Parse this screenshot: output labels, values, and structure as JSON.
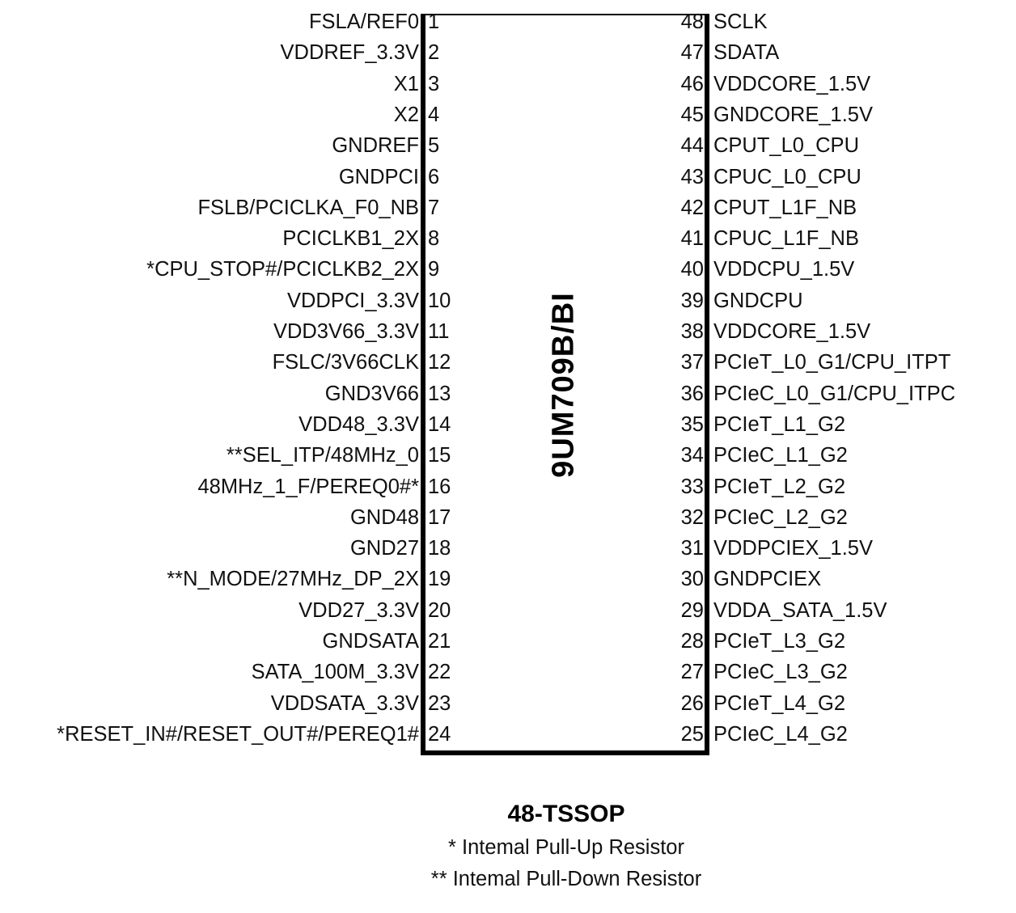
{
  "chip": {
    "part_number": "9UM709B/BI",
    "package": "48-TSSOP"
  },
  "pins_left": [
    {
      "num": "1",
      "name": "FSLA/REF0"
    },
    {
      "num": "2",
      "name": "VDDREF_3.3V"
    },
    {
      "num": "3",
      "name": "X1"
    },
    {
      "num": "4",
      "name": "X2"
    },
    {
      "num": "5",
      "name": "GNDREF"
    },
    {
      "num": "6",
      "name": "GNDPCI"
    },
    {
      "num": "7",
      "name": "FSLB/PCICLKA_F0_NB"
    },
    {
      "num": "8",
      "name": "PCICLKB1_2X"
    },
    {
      "num": "9",
      "name": "*CPU_STOP#/PCICLKB2_2X"
    },
    {
      "num": "10",
      "name": "VDDPCI_3.3V"
    },
    {
      "num": "11",
      "name": "VDD3V66_3.3V"
    },
    {
      "num": "12",
      "name": "FSLC/3V66CLK"
    },
    {
      "num": "13",
      "name": "GND3V66"
    },
    {
      "num": "14",
      "name": "VDD48_3.3V"
    },
    {
      "num": "15",
      "name": "**SEL_ITP/48MHz_0"
    },
    {
      "num": "16",
      "name": "48MHz_1_F/PEREQ0#*"
    },
    {
      "num": "17",
      "name": "GND48"
    },
    {
      "num": "18",
      "name": "GND27"
    },
    {
      "num": "19",
      "name": "**N_MODE/27MHz_DP_2X"
    },
    {
      "num": "20",
      "name": "VDD27_3.3V"
    },
    {
      "num": "21",
      "name": "GNDSATA"
    },
    {
      "num": "22",
      "name": "SATA_100M_3.3V"
    },
    {
      "num": "23",
      "name": "VDDSATA_3.3V"
    },
    {
      "num": "24",
      "name": "*RESET_IN#/RESET_OUT#/PEREQ1#"
    }
  ],
  "pins_right": [
    {
      "num": "48",
      "name": "SCLK"
    },
    {
      "num": "47",
      "name": "SDATA"
    },
    {
      "num": "46",
      "name": "VDDCORE_1.5V"
    },
    {
      "num": "45",
      "name": "GNDCORE_1.5V"
    },
    {
      "num": "44",
      "name": "CPUT_L0_CPU"
    },
    {
      "num": "43",
      "name": "CPUC_L0_CPU"
    },
    {
      "num": "42",
      "name": "CPUT_L1F_NB"
    },
    {
      "num": "41",
      "name": "CPUC_L1F_NB"
    },
    {
      "num": "40",
      "name": "VDDCPU_1.5V"
    },
    {
      "num": "39",
      "name": "GNDCPU"
    },
    {
      "num": "38",
      "name": "VDDCORE_1.5V"
    },
    {
      "num": "37",
      "name": "PCIeT_L0_G1/CPU_ITPT"
    },
    {
      "num": "36",
      "name": "PCIeC_L0_G1/CPU_ITPC"
    },
    {
      "num": "35",
      "name": "PCIeT_L1_G2"
    },
    {
      "num": "34",
      "name": "PCIeC_L1_G2"
    },
    {
      "num": "33",
      "name": "PCIeT_L2_G2"
    },
    {
      "num": "32",
      "name": "PCIeC_L2_G2"
    },
    {
      "num": "31",
      "name": "VDDPCIEX_1.5V"
    },
    {
      "num": "30",
      "name": "GNDPCIEX"
    },
    {
      "num": "29",
      "name": "VDDA_SATA_1.5V"
    },
    {
      "num": "28",
      "name": "PCIeT_L3_G2"
    },
    {
      "num": "27",
      "name": "PCIeC_L3_G2"
    },
    {
      "num": "26",
      "name": "PCIeT_L4_G2"
    },
    {
      "num": "25",
      "name": "PCIeC_L4_G2"
    }
  ],
  "notes": {
    "pull_up": "* Intemal Pull-Up Resistor",
    "pull_down": "** Intemal Pull-Down Resistor"
  }
}
